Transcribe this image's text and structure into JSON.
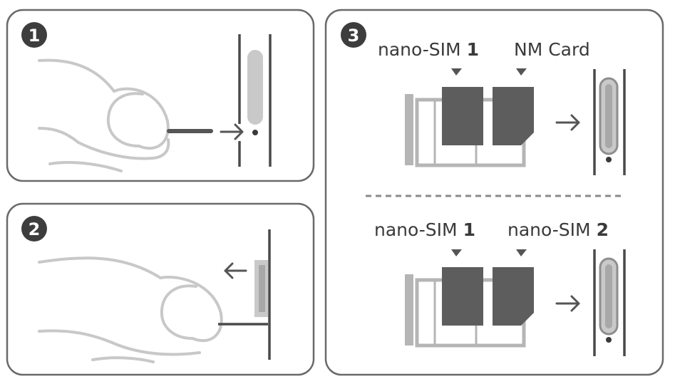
{
  "steps": [
    {
      "number": "1"
    },
    {
      "number": "2"
    },
    {
      "number": "3"
    }
  ],
  "step3": {
    "top": {
      "slot_a_label": "nano-SIM",
      "slot_a_num": "1",
      "slot_b_label": "NM Card",
      "slot_b_num": ""
    },
    "bottom": {
      "slot_a_label": "nano-SIM",
      "slot_a_num": "1",
      "slot_b_label": "nano-SIM",
      "slot_b_num": "2"
    }
  },
  "colors": {
    "outline": "#6a6a6a",
    "badge": "#3d3d3d",
    "card": "#5d5d5d",
    "hand": "#c8c8c8"
  }
}
